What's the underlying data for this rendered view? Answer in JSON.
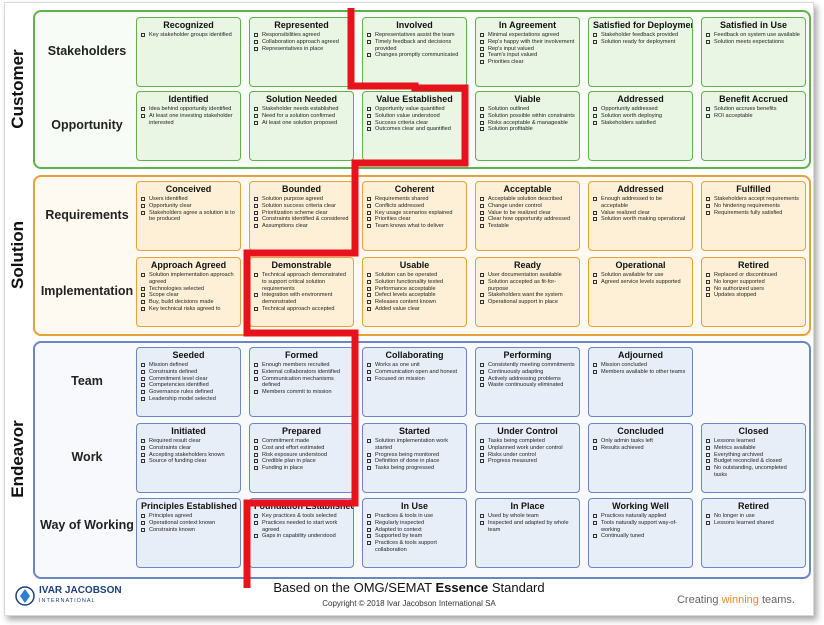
{
  "groups": {
    "customer": "Customer",
    "solution": "Solution",
    "endeavor": "Endeavor"
  },
  "rows": [
    {
      "label": "Stakeholders",
      "group": "cust",
      "cards": [
        {
          "title": "Recognized",
          "items": [
            "Key stakeholder groups identified"
          ]
        },
        {
          "title": "Represented",
          "items": [
            "Responsibilities agreed",
            "Collaboration approach agreed",
            "Representatives in place"
          ]
        },
        {
          "title": "Involved",
          "items": [
            "Representatives assist the team",
            "Timely feedback and decisions provided",
            "Changes promptly communicated"
          ]
        },
        {
          "title": "In Agreement",
          "items": [
            "Minimal expectations agreed",
            "Rep's happy with their involvement",
            "Rep's input valued",
            "Team's input valued",
            "Priorities clear"
          ]
        },
        {
          "title": "Satisfied for Deployment",
          "items": [
            "Stakeholder feedback provided",
            "Solution ready for deployment"
          ]
        },
        {
          "title": "Satisfied in Use",
          "items": [
            "Feedback on system use available",
            "Solution meets expectations"
          ]
        }
      ]
    },
    {
      "label": "Opportunity",
      "group": "cust",
      "cards": [
        {
          "title": "Identified",
          "items": [
            "Idea behind opportunity identified",
            "At least one investing stakeholder interested"
          ]
        },
        {
          "title": "Solution Needed",
          "items": [
            "Stakeholder needs established",
            "Need for a solution confirmed",
            "At least one solution proposed"
          ]
        },
        {
          "title": "Value Established",
          "items": [
            "Opportunity value quantified",
            "Solution value understood",
            "Success criteria clear",
            "Outcomes clear and quantified"
          ]
        },
        {
          "title": "Viable",
          "items": [
            "Solution outlined",
            "Solution possible within constraints",
            "Risks acceptable & manageable",
            "Solution profitable"
          ]
        },
        {
          "title": "Addressed",
          "items": [
            "Opportunity addressed",
            "Solution worth deploying",
            "Stakeholders satisfied"
          ]
        },
        {
          "title": "Benefit Accrued",
          "items": [
            "Solution accrues benefits",
            "ROI acceptable"
          ]
        }
      ]
    },
    {
      "label": "Requirements",
      "group": "sol",
      "cards": [
        {
          "title": "Conceived",
          "items": [
            "Users identified",
            "Opportunity clear",
            "Stakeholders agree a solution is to be produced"
          ]
        },
        {
          "title": "Bounded",
          "items": [
            "Solution purpose agreed",
            "Solution success criteria clear",
            "Prioritization scheme clear",
            "Constraints identified & considered",
            "Assumptions clear"
          ]
        },
        {
          "title": "Coherent",
          "items": [
            "Requirements shared",
            "Conflicts addressed",
            "Key usage scenarios explained",
            "Priorities clear",
            "Team knows what to deliver"
          ]
        },
        {
          "title": "Acceptable",
          "items": [
            "Acceptable solution described",
            "Change under control",
            "Value to be realized clear",
            "Clear how opportunity addressed",
            "Testable"
          ]
        },
        {
          "title": "Addressed",
          "items": [
            "Enough addressed to be acceptable",
            "Value realized clear",
            "Solution worth making operational"
          ]
        },
        {
          "title": "Fulfilled",
          "items": [
            "Stakeholders accept requirements",
            "No hindering requirements",
            "Requirements fully satisfied"
          ]
        }
      ]
    },
    {
      "label": "Implementation",
      "group": "sol",
      "cards": [
        {
          "title": "Approach Agreed",
          "items": [
            "Solution implementation approach agreed",
            "Technologies selected",
            "Scope clear",
            "Buy, build decisions made",
            "Key technical risks agreed to"
          ]
        },
        {
          "title": "Demonstrable",
          "items": [
            "Technical approach demonstrated to support critical solution requirements",
            "Integration with environment demonstrated",
            "Technical approach accepted"
          ]
        },
        {
          "title": "Usable",
          "items": [
            "Solution can be operated",
            "Solution functionality tested",
            "Performance acceptable",
            "Defect levels acceptable",
            "Releases content known",
            "Added value clear"
          ]
        },
        {
          "title": "Ready",
          "items": [
            "User documentation available",
            "Solution accepted as fit-for-purpose",
            "Stakeholders want the system",
            "Operational support in place"
          ]
        },
        {
          "title": "Operational",
          "items": [
            "Solution available for use",
            "Agreed service levels supported"
          ]
        },
        {
          "title": "Retired",
          "items": [
            "Replaced or discontinued",
            "No longer supported",
            "No authorized users",
            "Updates stopped"
          ]
        }
      ]
    },
    {
      "label": "Team",
      "group": "end",
      "cards": [
        {
          "title": "Seeded",
          "items": [
            "Mission defined",
            "Constraints defined",
            "Commitment level clear",
            "Competencies identified",
            "Governance rules defined",
            "Leadership model selected"
          ]
        },
        {
          "title": "Formed",
          "items": [
            "Enough members recruited",
            "External collaborators identified",
            "Communication mechanisms defined",
            "Members commit to mission"
          ]
        },
        {
          "title": "Collaborating",
          "items": [
            "Works as one unit",
            "Communication open and honest",
            "Focused on mission"
          ]
        },
        {
          "title": "Performing",
          "items": [
            "Consistently meeting commitments",
            "Continuously adapting",
            "Actively addressing problems",
            "Waste continuously eliminated"
          ]
        },
        {
          "title": "Adjourned",
          "items": [
            "Mission concluded",
            "Members available to other teams"
          ]
        },
        null
      ]
    },
    {
      "label": "Work",
      "group": "end",
      "cards": [
        {
          "title": "Initiated",
          "items": [
            "Required result clear",
            "Constraints clear",
            "Accepting stakeholders known",
            "Source of funding clear"
          ]
        },
        {
          "title": "Prepared",
          "items": [
            "Commitment made",
            "Cost and effort estimated",
            "Risk exposure understood",
            "Credible plan in place",
            "Funding in place"
          ]
        },
        {
          "title": "Started",
          "items": [
            "Solution implementation work started",
            "Progress being monitored",
            "Definition of done in place",
            "Tasks being progressed"
          ]
        },
        {
          "title": "Under Control",
          "items": [
            "Tasks being completed",
            "Unplanned work under control",
            "Risks under control",
            "Progress measured"
          ]
        },
        {
          "title": "Concluded",
          "items": [
            "Only admin tasks left",
            "Results achieved"
          ]
        },
        {
          "title": "Closed",
          "items": [
            "Lessons learned",
            "Metrics available",
            "Everything archived",
            "Budget reconciled & closed",
            "No outstanding, uncompleted tasks"
          ]
        }
      ]
    },
    {
      "label": "Way of Working",
      "group": "end",
      "cards": [
        {
          "title": "Principles Established",
          "items": [
            "Principles agreed",
            "Operational context known",
            "Constraints known"
          ]
        },
        {
          "title": "Foundation Established",
          "items": [
            "Key practices & tools selected",
            "Practices needed to start work agreed",
            "Gaps in capability understood"
          ]
        },
        {
          "title": "In Use",
          "items": [
            "Practices & tools in use",
            "Regularly inspected",
            "Adapted to context",
            "Supported by team",
            "Practices & tools support collaboration"
          ]
        },
        {
          "title": "In Place",
          "items": [
            "Used by whole team",
            "Inspected and adapted by whole team"
          ]
        },
        {
          "title": "Working Well",
          "items": [
            "Practices naturally applied",
            "Tools naturally support way-of-working",
            "Continually tuned"
          ]
        },
        {
          "title": "Retired",
          "items": [
            "No longer in use",
            "Lessons learned shared"
          ]
        }
      ]
    }
  ],
  "footer": {
    "title_prefix": "Based on the OMG/SEMAT ",
    "title_bold": "Essence",
    "title_suffix": " Standard",
    "copyright": "Copyright © 2018 Ivar Jacobson International SA",
    "logo_name": "IVAR JACOBSON",
    "logo_sub": "INTERNATIONAL",
    "tagline_a": "Creating ",
    "tagline_b": "winning",
    "tagline_c": " teams."
  },
  "colors": {
    "customer_border": "#61b14a",
    "solution_border": "#e8a03a",
    "endeavor_border": "#6a86c4",
    "progress_line": "#e8121c"
  }
}
